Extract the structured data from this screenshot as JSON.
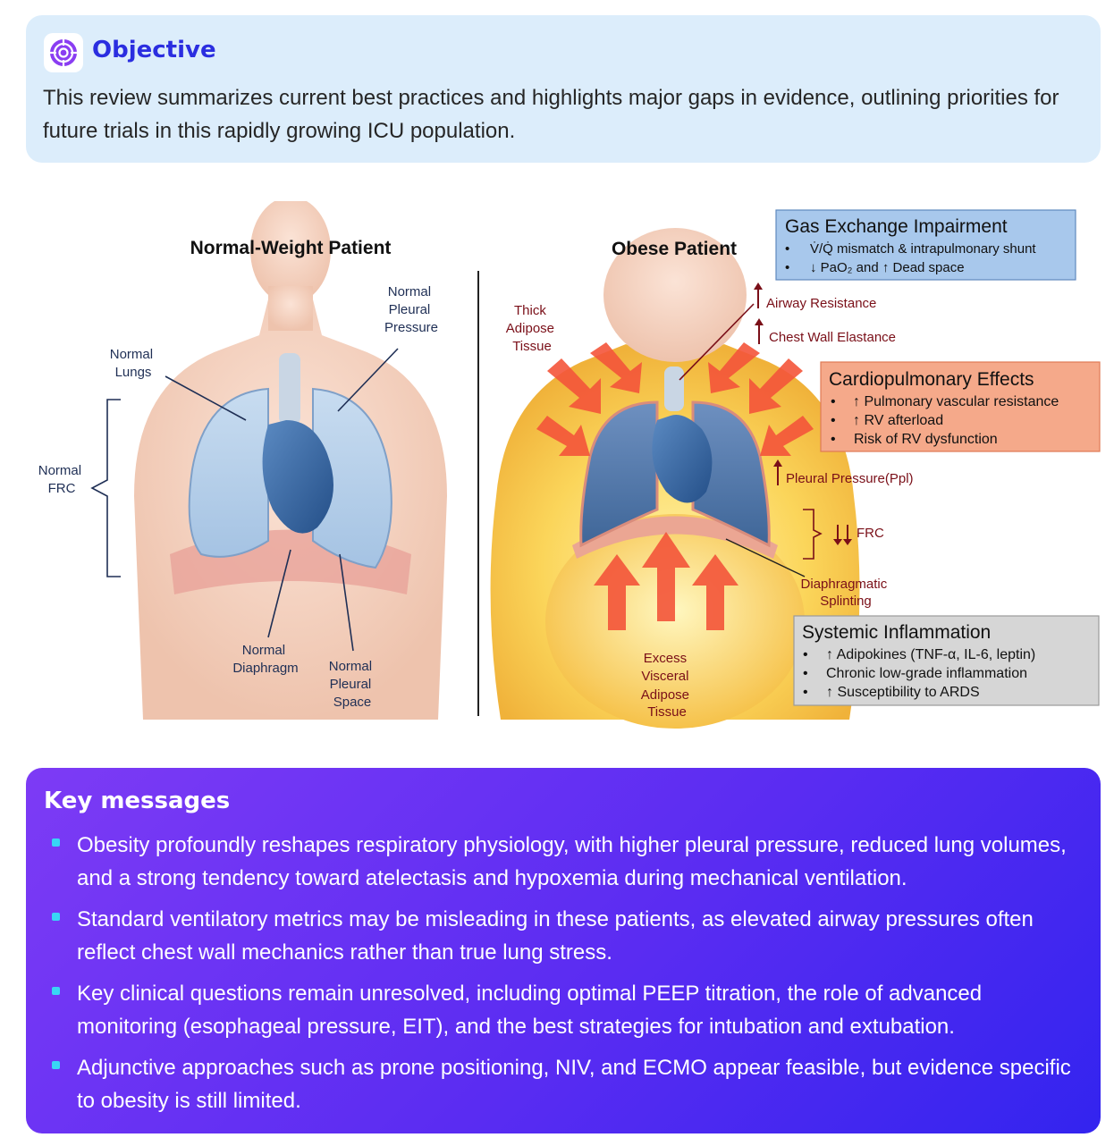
{
  "objective": {
    "title": "Objective",
    "icon": "target-icon",
    "text": "This review summarizes current best practices and highlights major gaps in evidence, outlining priorities for future trials in this rapidly growing ICU population."
  },
  "figure": {
    "left_panel": {
      "title": "Normal-Weight Patient",
      "labels": {
        "lungs": [
          "Normal",
          "Lungs"
        ],
        "pleural_pressure": [
          "Normal",
          "Pleural",
          "Pressure"
        ],
        "frc": [
          "Normal",
          "FRC"
        ],
        "diaphragm": [
          "Normal",
          "Diaphragm"
        ],
        "pleural_space": [
          "Normal",
          "Pleural",
          "Space"
        ]
      }
    },
    "right_panel": {
      "title": "Obese Patient",
      "labels": {
        "adipose": [
          "Thick",
          "Adipose",
          "Tissue"
        ],
        "airway_resistance": "Airway Resistance",
        "chest_wall": "Chest Wall Elastance",
        "pleural_pressure": "Pleural Pressure(Ppl)",
        "frc": "FRC",
        "diaphragm": [
          "Diaphragmatic",
          "Splinting"
        ],
        "visceral": [
          "Excess",
          "Visceral",
          "Adipose",
          "Tissue"
        ]
      }
    },
    "boxes": {
      "gas_exchange": {
        "title": "Gas Exchange Impairment",
        "items": [
          "V̇/Q̇ mismatch & intrapulmonary shunt",
          "↓ PaO₂ and ↑ Dead space"
        ],
        "color": "#a8c8ec"
      },
      "cardiopulmonary": {
        "title": "Cardiopulmonary Effects",
        "items": [
          "↑ Pulmonary vascular resistance",
          "↑ RV afterload",
          "Risk of RV dysfunction"
        ],
        "color": "#f5a98a"
      },
      "inflammation": {
        "title": "Systemic Inflammation",
        "items": [
          "↑ Adipokines (TNF-α, IL-6, leptin)",
          "Chronic low-grade inflammation",
          "↑ Susceptibility to ARDS"
        ],
        "color": "#d6d6d6"
      }
    }
  },
  "key_messages": {
    "title": "Key messages",
    "items": [
      "Obesity profoundly reshapes respiratory physiology, with higher pleural pressure, reduced lung volumes, and a strong tendency toward atelectasis and hypoxemia during mechanical ventilation.",
      "Standard ventilatory metrics may be misleading in these patients, as elevated airway pressures often reflect chest wall mechanics rather than true lung stress.",
      "Key clinical questions remain unresolved, including optimal PEEP titration, the role of advanced monitoring (esophageal pressure, EIT), and the best strategies for intubation and extubation.",
      "Adjunctive approaches such as prone positioning, NIV, and ECMO appear feasible, but evidence specific to obesity is still limited."
    ]
  }
}
